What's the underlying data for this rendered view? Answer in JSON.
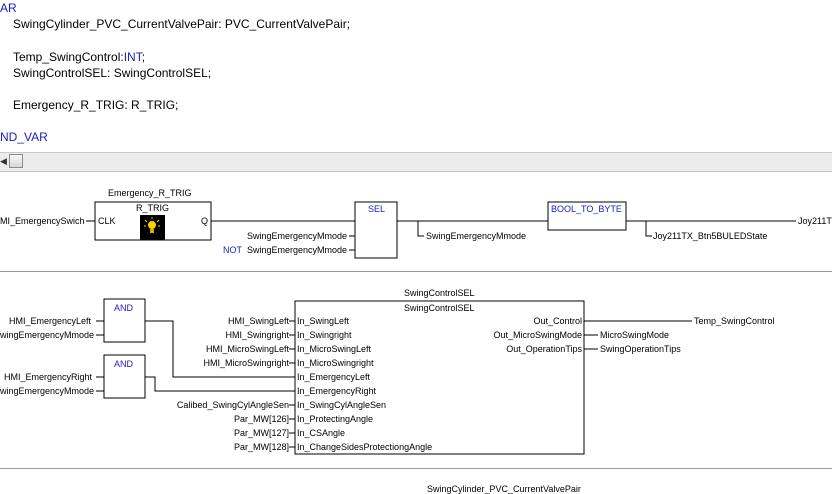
{
  "declarations": {
    "var_keyword": "AR",
    "line_swing_cylinder": "SwingCylinder_PVC_CurrentValvePair: PVC_CurrentValvePair;",
    "temp_name": "Temp_SwingControl:",
    "temp_type": "INT",
    "temp_semicolon": ";",
    "line_swing_control_sel": "SwingControlSEL: SwingControlSEL;",
    "line_emergency_trig": "Emergency_R_TRIG: R_TRIG;",
    "end_var_keyword": "ND_VAR"
  },
  "toolbar": {
    "collapse_icon": "triangle-left-icon",
    "button_icon": "square-button-icon"
  },
  "network1": {
    "input_emergency": "MI_EmergencySwich",
    "rtrig_instance": "Emergency_R_TRIG",
    "rtrig_type": "R_TRIG",
    "rtrig_clk": "CLK",
    "rtrig_q": "Q",
    "sel_label": "SEL",
    "sel_in1": "SwingEmergencyMmode",
    "sel_not": "NOT",
    "sel_in2": "SwingEmergencyMmode",
    "sel_out": "SwingEmergencyMmode",
    "bool_to_byte_label": "BOOL_TO_BYTE",
    "bool_to_byte_out": "Joy211TX_Btn5BULEDState",
    "output_trunc": "Joy211T"
  },
  "network2": {
    "and1_label": "AND",
    "and1_in1": "HMI_EmergencyLeft",
    "and1_in2": "wingEmergencyMmode",
    "and2_label": "AND",
    "and2_in1": "HMI_EmergencyRight",
    "and2_in2": "wingEmergencyMmode",
    "fb_instance": "SwingControlSEL",
    "fb_type": "SwingControlSEL",
    "inputs": [
      {
        "var": "HMI_SwingLeft",
        "pin": "In_SwingLeft"
      },
      {
        "var": "HMI_Swingright",
        "pin": "In_Swingright"
      },
      {
        "var": "HMI_MicroSwingLeft",
        "pin": "In_MicroSwingLeft"
      },
      {
        "var": "HMI_MicroSwingright",
        "pin": "In_MicroSwingright"
      },
      {
        "var": "",
        "pin": "In_EmergencyLeft"
      },
      {
        "var": "",
        "pin": "In_EmergencyRight"
      },
      {
        "var": "Calibed_SwingCylAngleSen",
        "pin": "In_SwingCylAngleSen"
      },
      {
        "var": "Par_MW[126]",
        "pin": "In_ProtectingAngle"
      },
      {
        "var": "Par_MW[127]",
        "pin": "In_CSAngle"
      },
      {
        "var": "Par_MW[128]",
        "pin": "In_ChangeSidesProtectiongAngle"
      }
    ],
    "outputs": [
      {
        "pin": "Out_Control",
        "var": "Temp_SwingControl"
      },
      {
        "pin": "Out_MicroSwingMode",
        "var": "MicroSwingMode"
      },
      {
        "pin": "Out_OperationTips",
        "var": "SwingOperationTips"
      }
    ]
  },
  "network3": {
    "fb_instance": "SwingCylinder_PVC_CurrentValvePair"
  }
}
